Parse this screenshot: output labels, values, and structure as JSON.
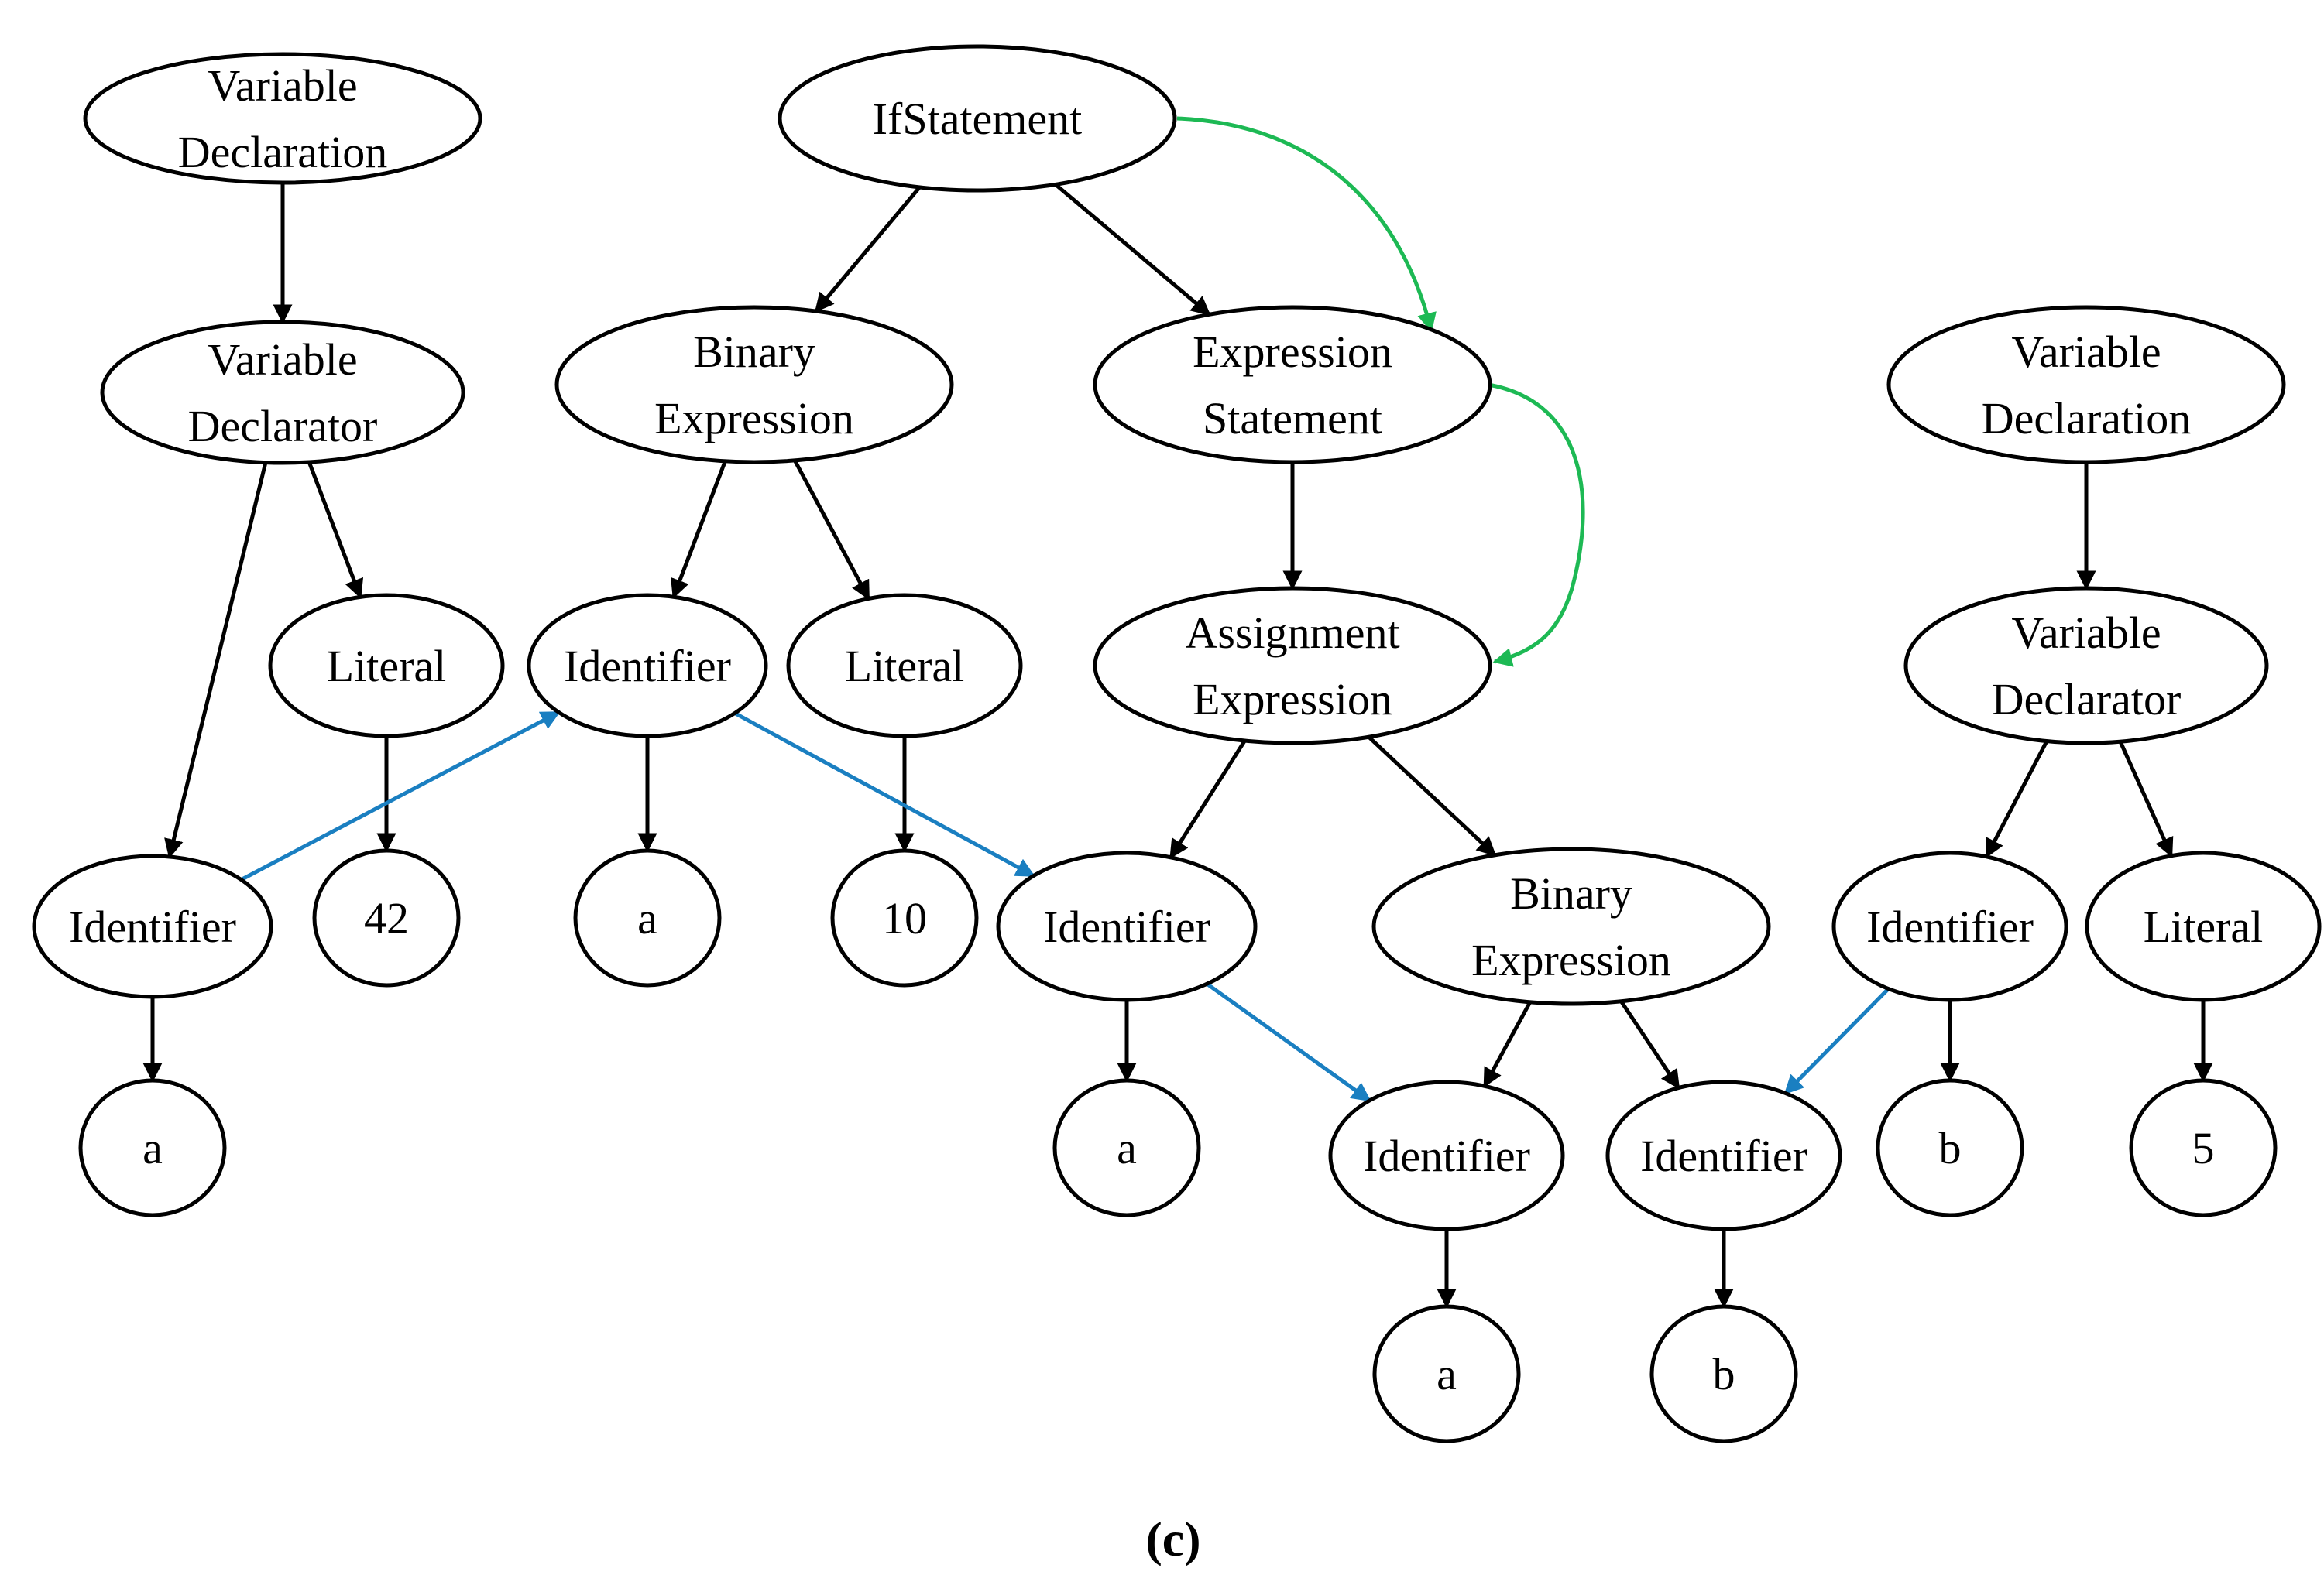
{
  "caption": "(c)",
  "colors": {
    "tree_edge": "#000000",
    "control_flow_edge": "#1db954",
    "data_flow_edge": "#1a7fc1"
  },
  "nodes": {
    "vdecl1": {
      "lines": [
        "Variable",
        "Declaration"
      ]
    },
    "vdtor1": {
      "lines": [
        "Variable",
        "Declarator"
      ]
    },
    "id_a1": {
      "lines": [
        "Identifier"
      ]
    },
    "lit42": {
      "lines": [
        "Literal"
      ]
    },
    "val42": {
      "lines": [
        "42"
      ]
    },
    "val_a1": {
      "lines": [
        "a"
      ]
    },
    "ifstmt": {
      "lines": [
        "IfStatement"
      ]
    },
    "binexp1": {
      "lines": [
        "Binary",
        "Expression"
      ]
    },
    "id_a2": {
      "lines": [
        "Identifier"
      ]
    },
    "val_a2": {
      "lines": [
        "a"
      ]
    },
    "lit10": {
      "lines": [
        "Literal"
      ]
    },
    "val10": {
      "lines": [
        "10"
      ]
    },
    "exprstmt": {
      "lines": [
        "Expression",
        "Statement"
      ]
    },
    "assign": {
      "lines": [
        "Assignment",
        "Expression"
      ]
    },
    "id_a3": {
      "lines": [
        "Identifier"
      ]
    },
    "val_a3": {
      "lines": [
        "a"
      ]
    },
    "binexp2": {
      "lines": [
        "Binary",
        "Expression"
      ]
    },
    "id_a4": {
      "lines": [
        "Identifier"
      ]
    },
    "val_a4": {
      "lines": [
        "a"
      ]
    },
    "id_b1": {
      "lines": [
        "Identifier"
      ]
    },
    "val_b1": {
      "lines": [
        "b"
      ]
    },
    "vdecl2": {
      "lines": [
        "Variable",
        "Declaration"
      ]
    },
    "vdtor2": {
      "lines": [
        "Variable",
        "Declarator"
      ]
    },
    "id_b2": {
      "lines": [
        "Identifier"
      ]
    },
    "val_b2": {
      "lines": [
        "b"
      ]
    },
    "lit5": {
      "lines": [
        "Literal"
      ]
    },
    "val5": {
      "lines": [
        "5"
      ]
    }
  },
  "edges": [
    {
      "from": "vdecl1",
      "to": "vdtor1",
      "kind": "tree"
    },
    {
      "from": "vdtor1",
      "to": "id_a1",
      "kind": "tree"
    },
    {
      "from": "vdtor1",
      "to": "lit42",
      "kind": "tree"
    },
    {
      "from": "lit42",
      "to": "val42",
      "kind": "tree"
    },
    {
      "from": "id_a1",
      "to": "val_a1",
      "kind": "tree"
    },
    {
      "from": "ifstmt",
      "to": "binexp1",
      "kind": "tree"
    },
    {
      "from": "ifstmt",
      "to": "exprstmt",
      "kind": "tree"
    },
    {
      "from": "binexp1",
      "to": "id_a2",
      "kind": "tree"
    },
    {
      "from": "binexp1",
      "to": "lit10",
      "kind": "tree"
    },
    {
      "from": "id_a2",
      "to": "val_a2",
      "kind": "tree"
    },
    {
      "from": "lit10",
      "to": "val10",
      "kind": "tree"
    },
    {
      "from": "exprstmt",
      "to": "assign",
      "kind": "tree"
    },
    {
      "from": "assign",
      "to": "id_a3",
      "kind": "tree"
    },
    {
      "from": "assign",
      "to": "binexp2",
      "kind": "tree"
    },
    {
      "from": "id_a3",
      "to": "val_a3",
      "kind": "tree"
    },
    {
      "from": "binexp2",
      "to": "id_a4",
      "kind": "tree"
    },
    {
      "from": "binexp2",
      "to": "id_b1",
      "kind": "tree"
    },
    {
      "from": "id_a4",
      "to": "val_a4",
      "kind": "tree"
    },
    {
      "from": "id_b1",
      "to": "val_b1",
      "kind": "tree"
    },
    {
      "from": "vdecl2",
      "to": "vdtor2",
      "kind": "tree"
    },
    {
      "from": "vdtor2",
      "to": "id_b2",
      "kind": "tree"
    },
    {
      "from": "vdtor2",
      "to": "lit5",
      "kind": "tree"
    },
    {
      "from": "id_b2",
      "to": "val_b2",
      "kind": "tree"
    },
    {
      "from": "lit5",
      "to": "val5",
      "kind": "tree"
    },
    {
      "from": "ifstmt",
      "to": "exprstmt",
      "kind": "control"
    },
    {
      "from": "exprstmt",
      "to": "assign",
      "kind": "control"
    },
    {
      "from": "id_a1",
      "to": "id_a2",
      "kind": "data"
    },
    {
      "from": "id_a2",
      "to": "id_a3",
      "kind": "data"
    },
    {
      "from": "id_a3",
      "to": "id_a4",
      "kind": "data"
    },
    {
      "from": "id_b2",
      "to": "id_b1",
      "kind": "data"
    }
  ]
}
